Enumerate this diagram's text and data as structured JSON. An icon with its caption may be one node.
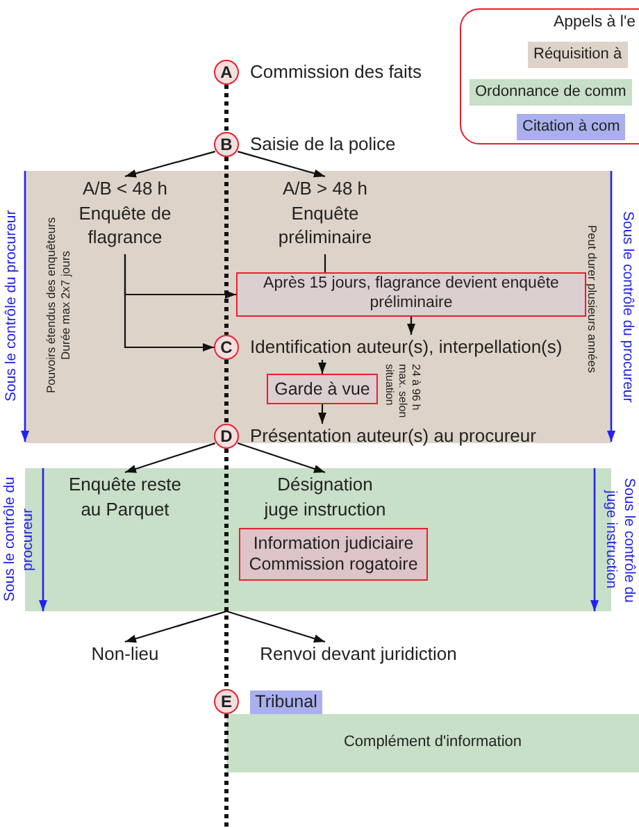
{
  "diagram": {
    "nodes": [
      {
        "text": [
          "A"
        ],
        "beside": [
          "Commission des faits"
        ]
      },
      {
        "text": [
          "B"
        ],
        "beside": [
          "Saisie de la police"
        ]
      },
      {
        "text": [
          "Pouvoirs étendus des enquêteurs Durée max 2x7 jours",
          "Peut durer plusieurs années"
        ]
      },
      {
        "text": [
          "A/B < 48 h",
          "Enquête de flagrance"
        ],
        "in": 2
      },
      {
        "text": [
          "A/B > 48 h",
          "Enquête préliminaire"
        ],
        "in": 2
      },
      {
        "text": [
          "Après 15 jours, flagrance devient enquête préliminaire"
        ],
        "in": 2
      },
      {
        "text": [
          "C"
        ],
        "beside": [
          "Identification auteur(s), interpellation(s)"
        ],
        "in": 2
      },
      {
        "text": [
          "Garde à vue"
        ],
        "beside": [
          "24 à 96 h max. selon situation"
        ],
        "in": 2
      },
      {
        "text": [
          "D"
        ],
        "beside": [
          "Présentation auteur(s) au procureur"
        ]
      },
      {
        "text": [],
        "shape": "band"
      },
      {
        "text": [
          "Enquête reste au Parquet"
        ],
        "in": 9
      },
      {
        "text": [
          "Désignation juge instruction"
        ],
        "in": 9
      },
      {
        "text": [
          "Information judiciaire",
          "Commission rogatoire"
        ],
        "in": 9
      },
      {
        "text": [
          "Non-lieu"
        ]
      },
      {
        "text": [
          "Renvoi devant juridiction"
        ]
      },
      {
        "text": [
          "E"
        ]
      },
      {
        "text": [
          "Tribunal"
        ]
      },
      {
        "text": [
          "Complément d'information"
        ]
      }
    ],
    "edges": [
      {
        "from": 0,
        "to": 1,
        "arrow": "none",
        "style": "dashed"
      },
      {
        "from": 1,
        "to": 6,
        "arrow": "none",
        "style": "dashed"
      },
      {
        "from": 6,
        "to": 8,
        "arrow": "none",
        "style": "dashed"
      },
      {
        "from": 8,
        "to": 15,
        "arrow": "none",
        "style": "dashed"
      },
      {
        "from": 15,
        "to": null,
        "arrow": "none",
        "style": "dashed"
      },
      {
        "from": 1,
        "to": 3,
        "arrow": "to"
      },
      {
        "from": 1,
        "to": 4,
        "arrow": "to"
      },
      {
        "from": 3,
        "to": 5,
        "arrow": "to"
      },
      {
        "from": 3,
        "to": 6,
        "arrow": "to"
      },
      {
        "from": 4,
        "to": 5,
        "arrow": "none"
      },
      {
        "from": 5,
        "to": 6,
        "arrow": "to"
      },
      {
        "from": 6,
        "to": 7,
        "arrow": "to"
      },
      {
        "from": 7,
        "to": 8,
        "arrow": "to"
      },
      {
        "from": 8,
        "to": 10,
        "arrow": "to"
      },
      {
        "from": 8,
        "to": 11,
        "arrow": "to"
      },
      {
        "from": 9,
        "to": 13,
        "arrow": "to"
      },
      {
        "from": 9,
        "to": 14,
        "arrow": "to"
      }
    ],
    "labels": [
      "Appels à l'e",
      "Sous le contrôle du procureur",
      "Sous le contrôle du procureur",
      "Sous le contrôle du procureur",
      "Sous le contrôle du juge instruction"
    ],
    "legend": [
      {
        "text": "Réquisition à",
        "color": "#ddd3c8"
      },
      {
        "text": "Ordonnance de comm",
        "color": "#c8dfc8"
      },
      {
        "text": "Citation à com",
        "color": "#aab0ee"
      }
    ]
  }
}
